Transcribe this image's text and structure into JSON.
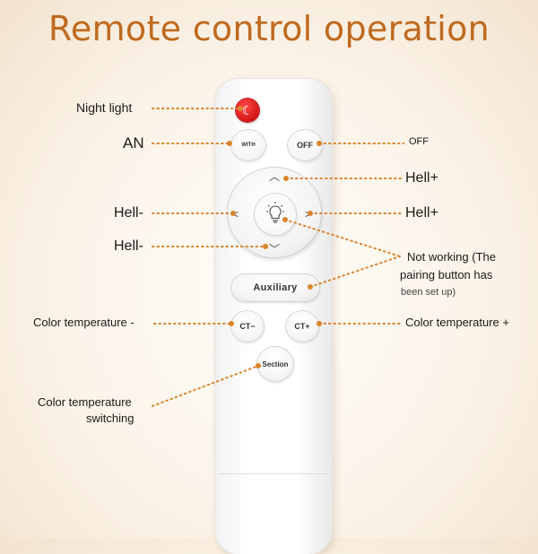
{
  "title": "Remote control operation",
  "accent_color": "#bf6a1f",
  "leader_color": "#d9852a",
  "buttons": {
    "night_icon": "moon-icon",
    "with": "WITH",
    "off": "OFF",
    "up": "^",
    "down": "v",
    "left": "<",
    "right": ">",
    "center_icon": "lightbulb-icon",
    "auxiliary": "Auxiliary",
    "ct_minus": "CT−",
    "ct_plus": "CT+",
    "section": "Section"
  },
  "labels": {
    "night_light": "Night light",
    "an": "AN",
    "off": "OFF",
    "hell_plus_up": "Hell+",
    "hell_minus_left": "Hell-",
    "hell_plus_right": "Hell+",
    "hell_minus_down": "Hell-",
    "not_working_line1": "Not working (The",
    "not_working_line2": "pairing button has",
    "not_working_line3": "been set up)",
    "color_temp_minus": "Color temperature -",
    "color_temp_plus": "Color temperature +",
    "color_temp_switch_line1": "Color temperature",
    "color_temp_switch_line2": "switching"
  }
}
